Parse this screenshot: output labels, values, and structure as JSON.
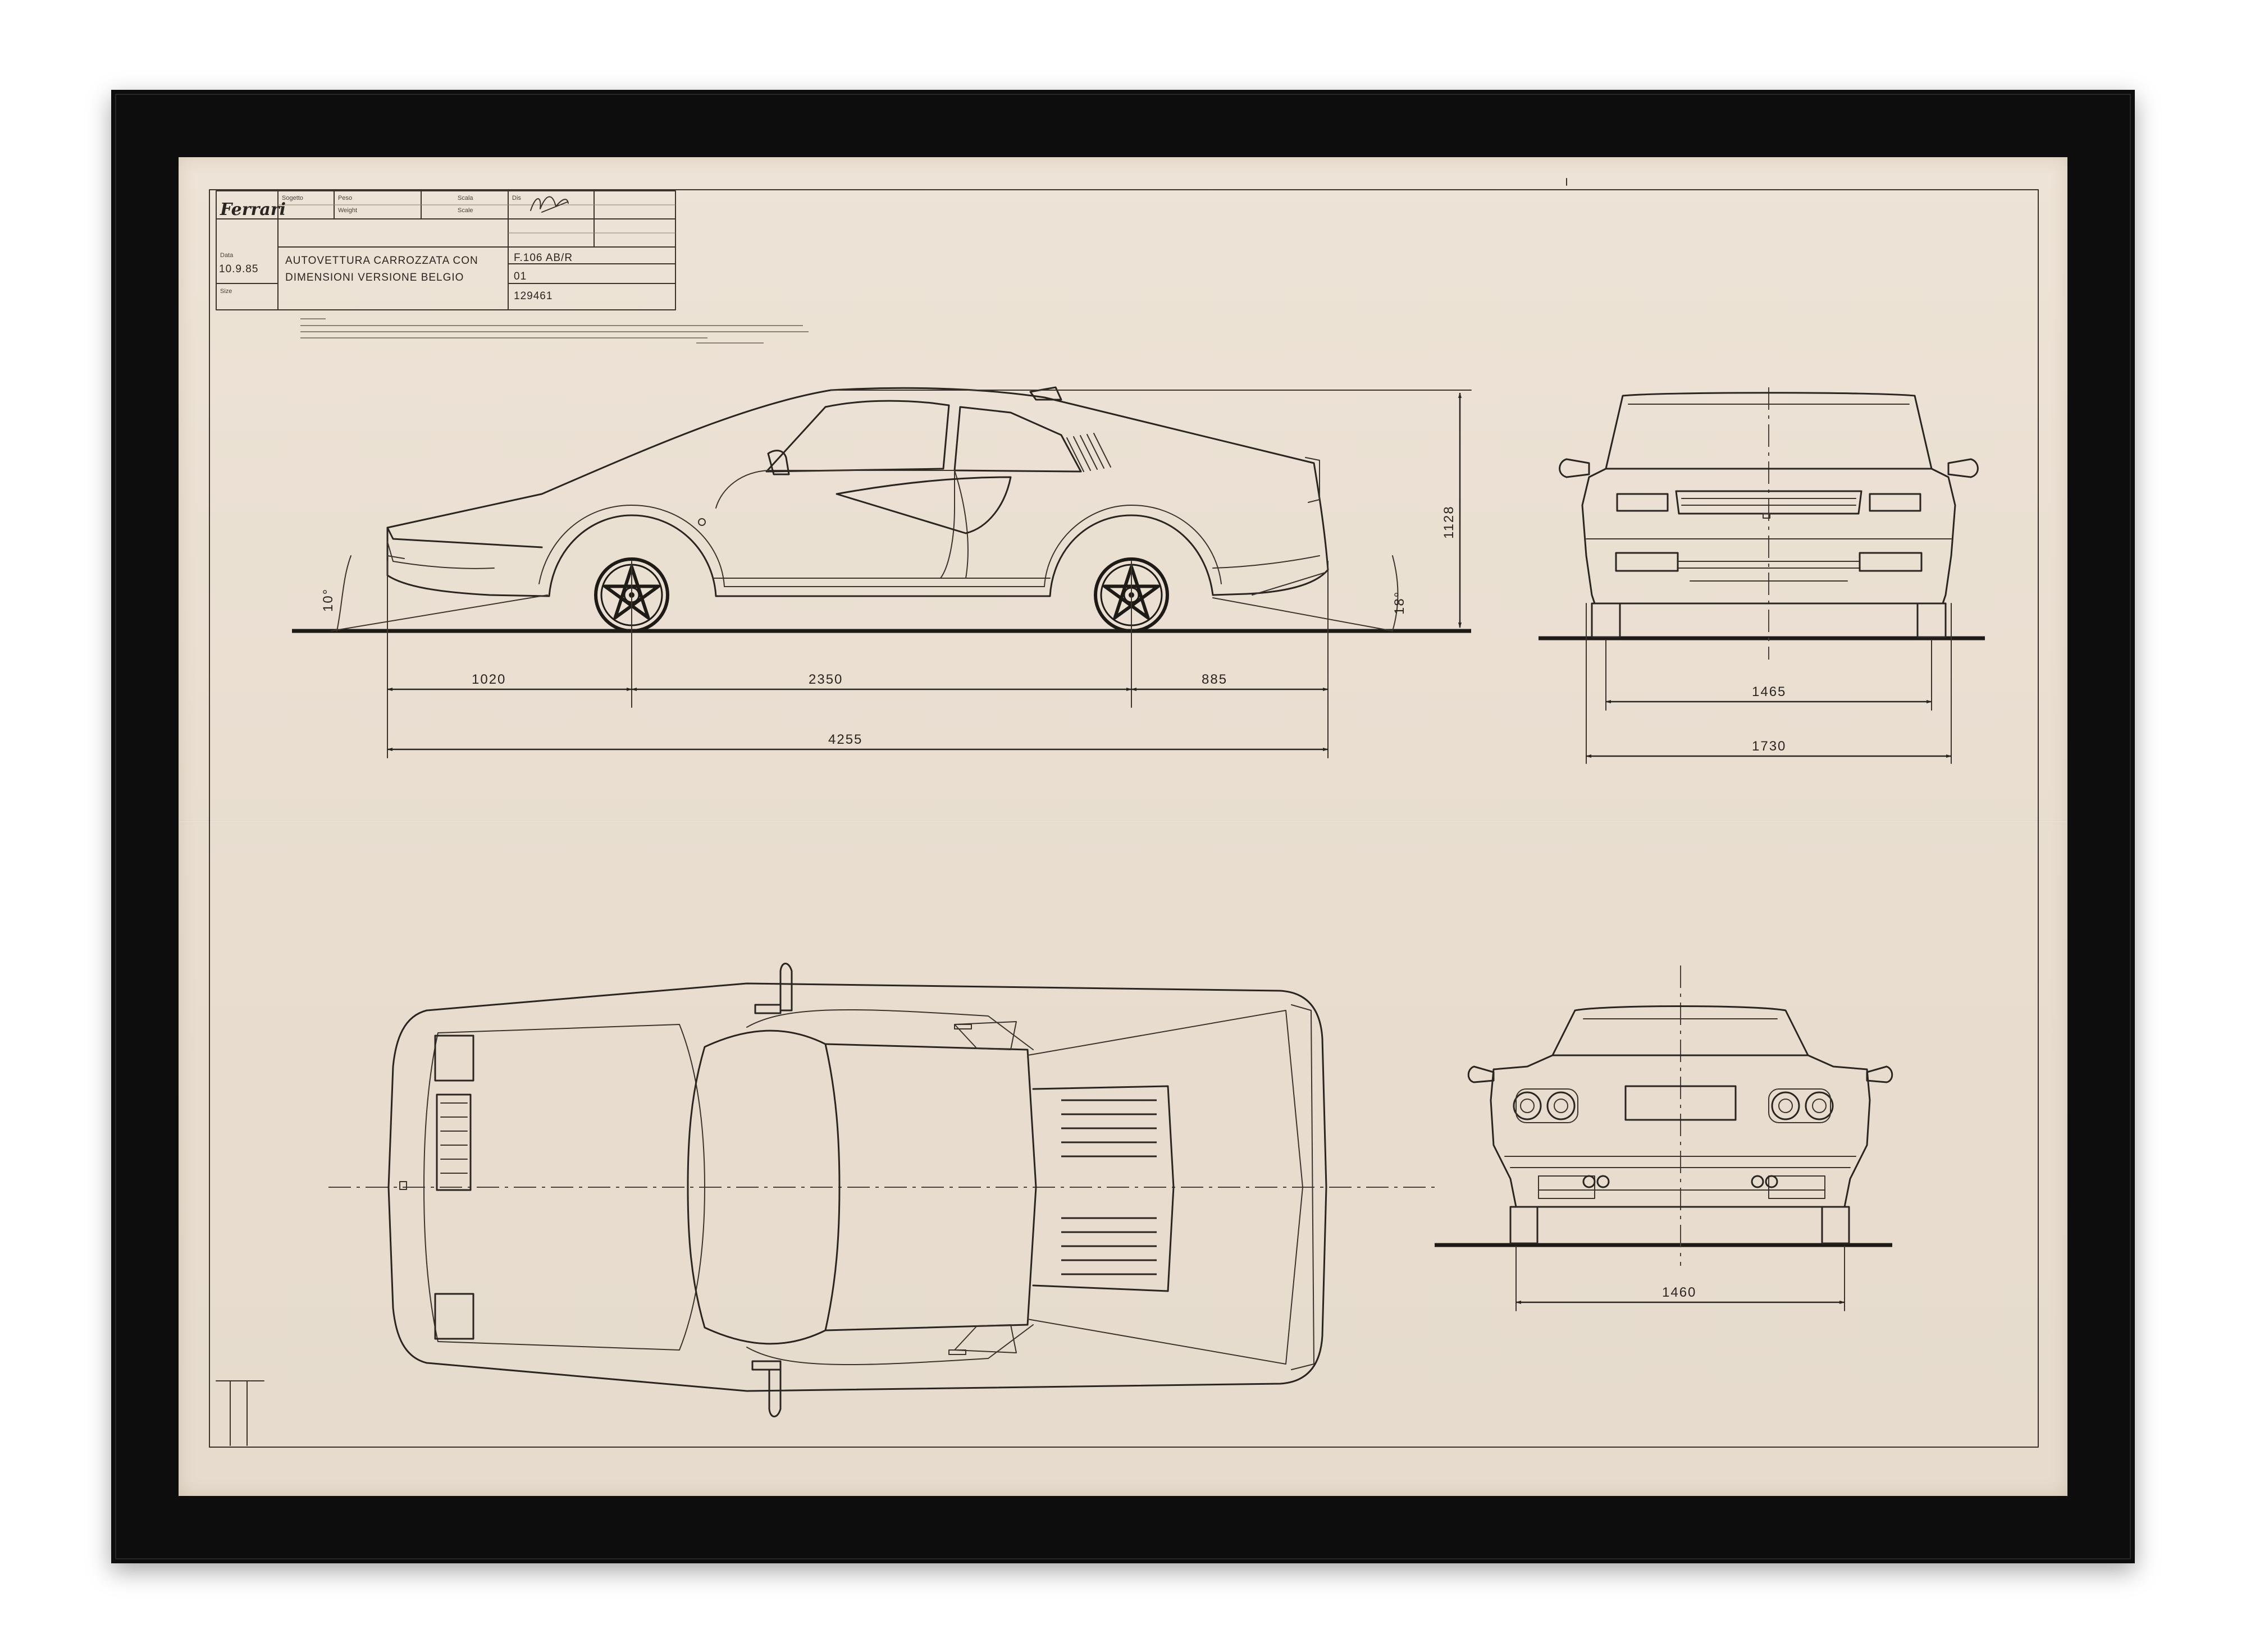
{
  "brand": {
    "logo_text": "Ferrari"
  },
  "title_block": {
    "labels": {
      "subject": "Sogetto",
      "weight": "Peso",
      "weight_unit": "Weight",
      "scale": "Scala",
      "scale_unit": "Scale",
      "drawn": "Dis",
      "date": "Data",
      "size": "Size"
    },
    "date": "10.9.85",
    "description_line1": "AUTOVETTURA CARROZZATA CON",
    "description_line2": "DIMENSIONI VERSIONE BELGIO",
    "type_code": "F.106 AB/R",
    "sheet": "01",
    "drawing_number": "129461"
  },
  "dimensions": {
    "front_overhang": "1020",
    "wheelbase": "2350",
    "rear_overhang": "885",
    "overall_length": "4255",
    "height": "1128",
    "approach_angle": "10°",
    "departure_angle": "18°",
    "front_track": "1465",
    "overall_width": "1730",
    "rear_track": "1460"
  },
  "colors": {
    "frame": "#0d0d0d",
    "paper": "#ebe1d4",
    "ink": "#2a2520"
  },
  "icons": {
    "wheel": "five-spoke-star-wheel-icon",
    "logo": "ferrari-logo-icon"
  }
}
